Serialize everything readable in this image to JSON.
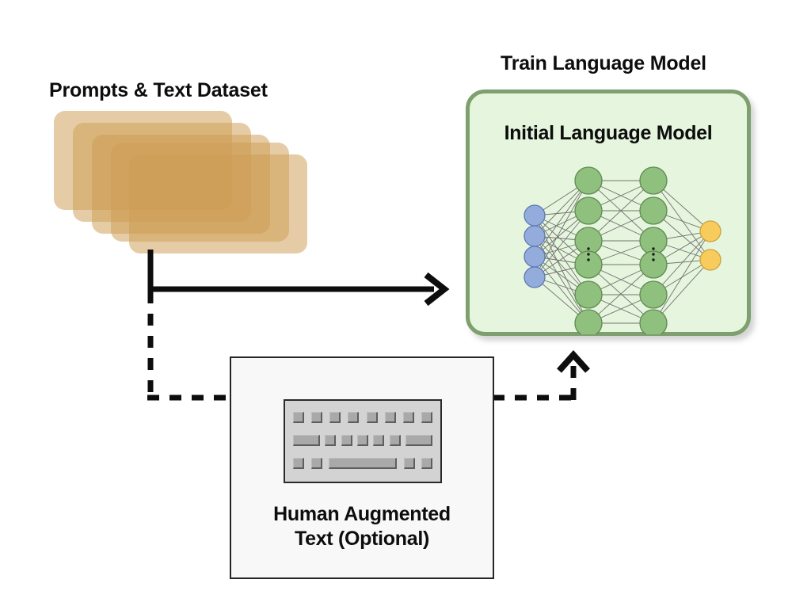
{
  "diagram": {
    "title": "Train Language Model",
    "background": "#ffffff"
  },
  "dataset": {
    "title": "Prompts & Text Dataset",
    "card_color": "rgba(205, 157, 84, 0.52)",
    "card_count": 5,
    "cards": [
      {
        "x": 0,
        "y": 0
      },
      {
        "x": 24,
        "y": 15
      },
      {
        "x": 48,
        "y": 30
      },
      {
        "x": 72,
        "y": 40
      },
      {
        "x": 95,
        "y": 55
      }
    ]
  },
  "model": {
    "title": "Initial Language Model",
    "box_fill": "#e6f5dd",
    "box_border": "#7e9f6e",
    "network": {
      "input_color": "#93acdc",
      "input_border": "#5d79b4",
      "hidden_color": "#8fc07e",
      "hidden_border": "#5f8a52",
      "output_color": "#f8cc5c",
      "output_border": "#c9a33c",
      "edge_color": "#6b6b6b",
      "input_nodes": 4,
      "hidden_layers": 2,
      "hidden_nodes_shown_per_layer": 6,
      "output_nodes": 2,
      "ellipsis_marker": "vertical-dots"
    }
  },
  "human": {
    "caption_line1": "Human Augmented",
    "caption_line2": "Text (Optional)",
    "box_fill": "#f8f8f8",
    "box_border": "#262626",
    "keyboard": {
      "panel_fill": "#d3d3d3",
      "key_fill": "#a9a9a9",
      "rows": [
        [
          "sm",
          "sm",
          "sm",
          "sm",
          "sm",
          "sm",
          "sm",
          "sm"
        ],
        [
          "wd",
          "sm",
          "sm",
          "sm",
          "sm",
          "sm",
          "wd"
        ],
        [
          "sm",
          "sm",
          "spc",
          "sm",
          "sm"
        ]
      ]
    }
  },
  "connectors": {
    "solid_color": "#0d0d0d",
    "dashed_color": "#0d0d0d",
    "solid_arrow_label": "dataset-to-model",
    "dashed_arrow_label": "human-text-to-model"
  }
}
